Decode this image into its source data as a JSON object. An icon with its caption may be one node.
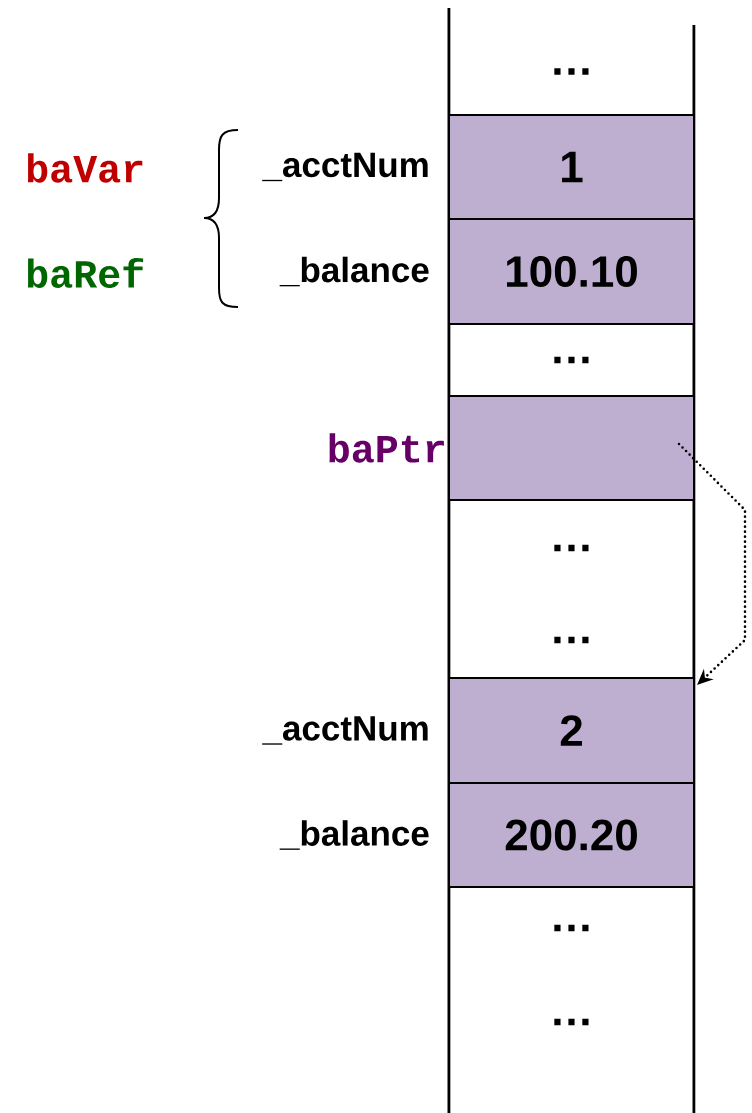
{
  "diagram": {
    "nodes": [
      {
        "text": [
          "…"
        ]
      },
      {
        "text": [
          "1"
        ],
        "beside": [
          "_acctNum"
        ]
      },
      {
        "text": [
          "100.10"
        ],
        "beside": [
          "_balance"
        ]
      },
      {
        "text": [
          "…"
        ]
      },
      {
        "text": [],
        "shape": "box",
        "beside": [
          "baPtr"
        ]
      },
      {
        "text": [
          "…",
          "…"
        ]
      },
      {
        "text": [
          "2"
        ],
        "beside": [
          "_acctNum"
        ]
      },
      {
        "text": [
          "200.20"
        ],
        "beside": [
          "_balance"
        ]
      },
      {
        "text": [
          "…",
          "…"
        ]
      }
    ],
    "edges": [
      {
        "from": 4,
        "to": 6,
        "arrow": "to",
        "style": "dashed"
      }
    ],
    "labels": [
      "baVar",
      "baRef"
    ]
  }
}
